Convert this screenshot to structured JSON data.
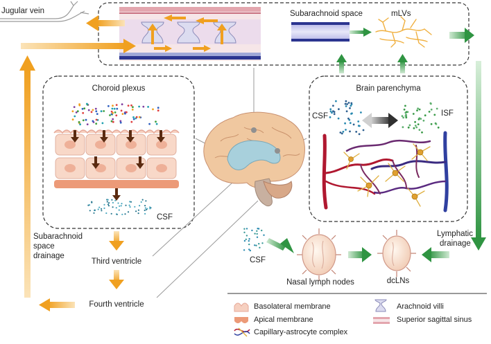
{
  "labels": {
    "jugular_vein": "Jugular vein",
    "subarachnoid_space": "Subarachnoid space",
    "mlvs": "mLVs",
    "choroid_plexus": "Choroid plexus",
    "brain_parenchyma": "Brain parenchyma",
    "csf_choroid": "CSF",
    "csf_parenchyma": "CSF",
    "isf": "ISF",
    "csf_nasal": "CSF",
    "subarachnoid_drainage_1": "Subarachnoid",
    "subarachnoid_drainage_2": "space",
    "subarachnoid_drainage_3": "drainage",
    "third_ventricle": "Third ventricle",
    "fourth_ventricle": "Fourth ventricle",
    "nasal_lymph_nodes": "Nasal lymph nodes",
    "dclns": "dcLNs",
    "lymphatic_drainage_1": "Lymphatic",
    "lymphatic_drainage_2": "drainage"
  },
  "legend": {
    "basolateral": "Basolateral membrane",
    "apical": "Apical membrane",
    "capillary": "Capillary-astrocyte complex",
    "arachnoid": "Arachnoid villi",
    "sinus": "Superior sagittal sinus"
  },
  "colors": {
    "orange_arrow": "#f0a020",
    "green_arrow": "#3a9a48",
    "vein_blue": "#2c3590",
    "sinus_pink": "#e8a0a8",
    "cell_fill": "#f8d8c8",
    "brain": "#f0c8a0",
    "ventricle": "#a8d0dc",
    "artery_red": "#b01830",
    "astrocyte": "#e0b040"
  }
}
